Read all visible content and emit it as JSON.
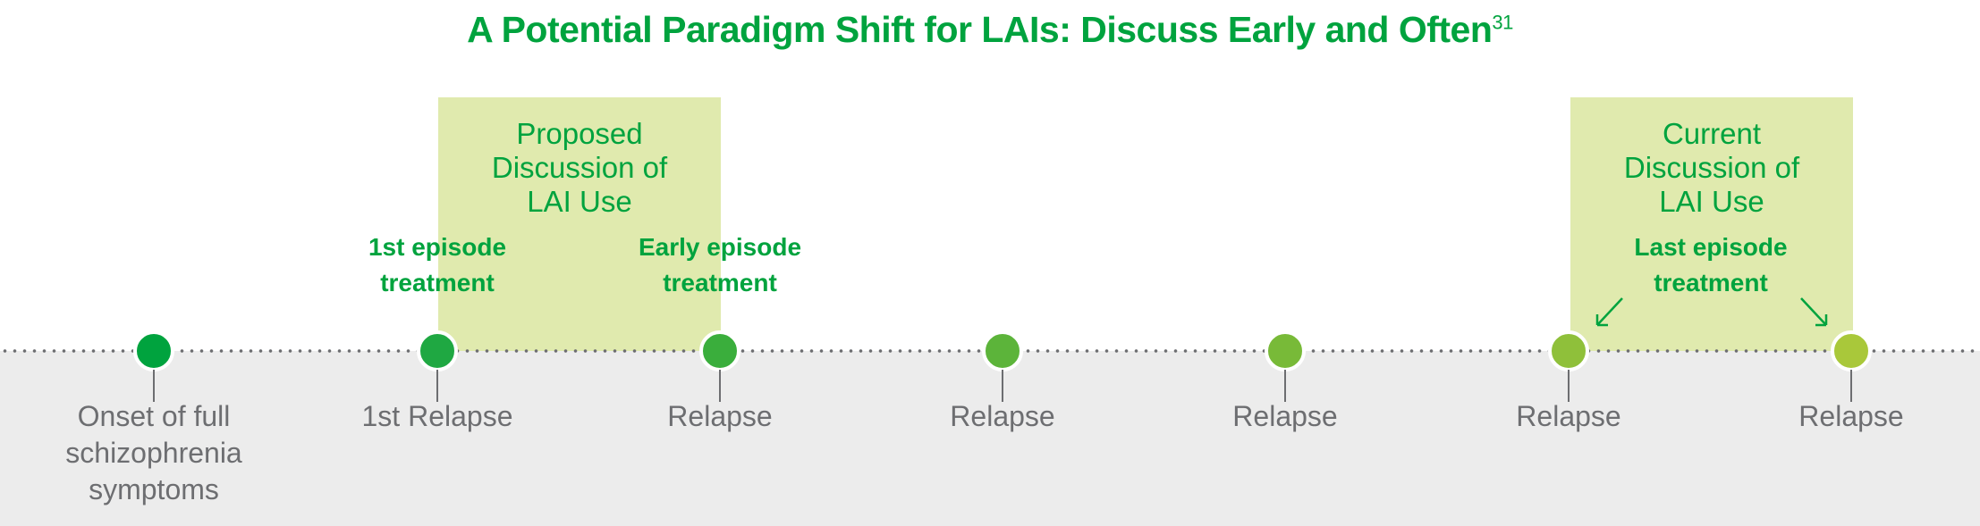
{
  "title": {
    "text": "A Potential Paradigm Shift for LAIs: Discuss Early and Often",
    "superscript": "31"
  },
  "boxes": [
    {
      "title_lines": [
        "Proposed",
        "Discussion of",
        "LAI Use"
      ]
    },
    {
      "title_lines": [
        "Current",
        "Discussion of",
        "LAI Use"
      ]
    }
  ],
  "annotations": [
    {
      "lines": [
        "1st episode",
        "treatment"
      ]
    },
    {
      "lines": [
        "Early episode",
        "treatment"
      ]
    },
    {
      "lines": [
        "Last episode",
        "treatment"
      ]
    }
  ],
  "milestones": [
    {
      "label_lines": [
        "Onset of full",
        "schizophrenia",
        "symptoms"
      ],
      "color": "#00a33e"
    },
    {
      "label_lines": [
        "1st Relapse"
      ],
      "color": "#1fa842"
    },
    {
      "label_lines": [
        "Relapse"
      ],
      "color": "#3aae3c"
    },
    {
      "label_lines": [
        "Relapse"
      ],
      "color": "#5cb43a"
    },
    {
      "label_lines": [
        "Relapse"
      ],
      "color": "#78ba38"
    },
    {
      "label_lines": [
        "Relapse"
      ],
      "color": "#8fc03a"
    },
    {
      "label_lines": [
        "Relapse"
      ],
      "color": "#a9c83a"
    }
  ],
  "colors": {
    "brand_green": "#00a33e",
    "box_fill": "#e0eaae",
    "band": "#ececec",
    "text_grey": "#6d6e71"
  }
}
